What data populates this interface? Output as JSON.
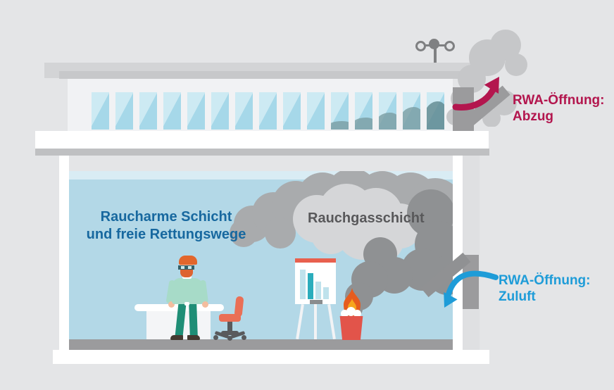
{
  "labels": {
    "clear_layer_line1": "Raucharme Schicht",
    "clear_layer_line2": "und freie Rettungswege",
    "smoke_layer": "Rauchgasschicht",
    "exhaust": {
      "line1": "RWA-Öffnung:",
      "line2": "Abzug"
    },
    "supply": {
      "line1": "RWA-Öffnung:",
      "line2": "Zuluft"
    }
  },
  "colors": {
    "background": "#e4e5e7",
    "interior_blue": "#b3d8e7",
    "clear_layer_text_blue": "#17689f",
    "smoke_layer_text_gray": "#58585a",
    "exhaust_accent_red": "#b3164e",
    "supply_accent_blue": "#1e9cd8",
    "smoke_light": "#d5d6d8",
    "smoke_medium": "#a9abad",
    "smoke_dark": "#8f9193",
    "fire_orange": "#e65c1e",
    "fire_yellow": "#f7a51d",
    "bin_red": "#e2544a",
    "chair_coral": "#ea6f56",
    "sweater_mint": "#a7dbc8",
    "pants_teal": "#1f8e76"
  },
  "icons": {
    "wind_sensor": "anemometer-on-roof",
    "exhaust_arrow": "curved-arrow-up-right",
    "supply_arrow": "curved-arrow-down-left"
  },
  "illustration": {
    "elements": [
      "clerestory windows",
      "roof smoke vent (Abzug) with open flap",
      "smoke cloud under ceiling",
      "wall air inlet (Zuluft) with open flap",
      "person at desk",
      "office chair",
      "flipchart with bar chart",
      "burning waste bin"
    ]
  }
}
